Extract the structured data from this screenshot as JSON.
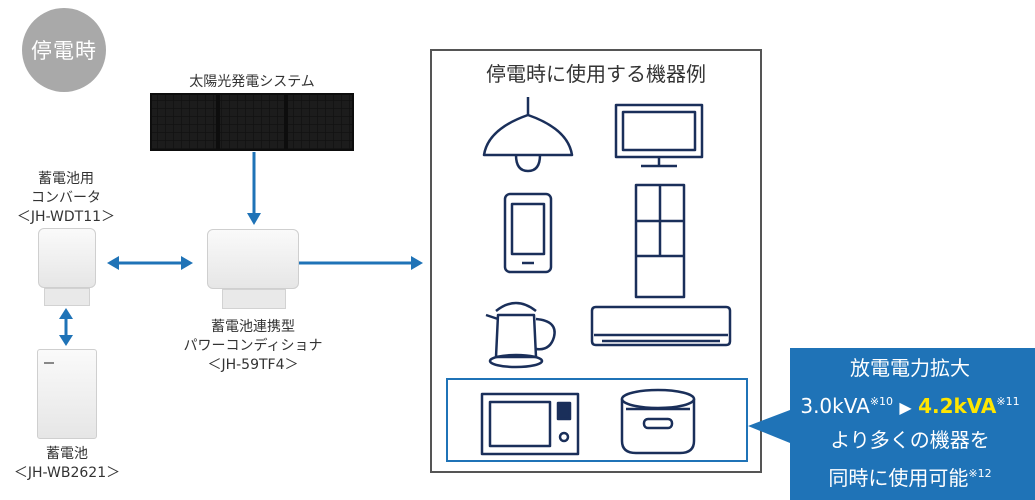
{
  "badge": "停電時",
  "solar": {
    "label": "太陽光発電システム"
  },
  "converter": {
    "line1": "蓄電池用",
    "line2": "コンバータ",
    "model": "＜JH-WDT11＞"
  },
  "power_conditioner": {
    "line1": "蓄電池連携型",
    "line2": "パワーコンディショナ",
    "model": "＜JH-59TF4＞"
  },
  "battery": {
    "line1": "蓄電池",
    "model": "＜JH-WB2621＞"
  },
  "appliances": {
    "title": "停電時に使用する機器例",
    "items": [
      "pendant-lamp",
      "television",
      "smartphone",
      "refrigerator",
      "electric-kettle",
      "air-conditioner",
      "microwave",
      "rice-cooker"
    ]
  },
  "callout": {
    "line1": "放電電力拡大",
    "from_value": "3.0kVA",
    "from_note": "※10",
    "to_value": "4.2kVA",
    "to_note": "※11",
    "line3": "より多くの機器を",
    "line4": "同時に使用可能",
    "line4_note": "※12",
    "bg_color": "#1f73b7",
    "highlight_color": "#ffe600"
  },
  "colors": {
    "arrow": "#1f73b7",
    "outline": "#1a2f5a"
  }
}
